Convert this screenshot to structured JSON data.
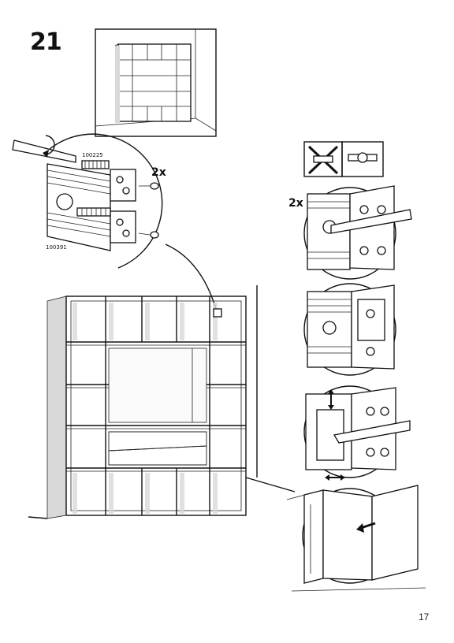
{
  "step": {
    "number": "21"
  },
  "callouts": {
    "quantity_main": "2x",
    "quantity_side": "2x",
    "part_code_top": "100225",
    "part_code_bottom": "100391"
  },
  "page": {
    "number": "17"
  }
}
